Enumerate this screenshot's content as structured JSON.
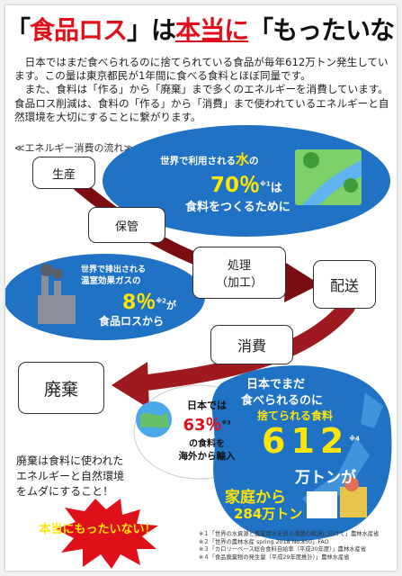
{
  "title": {
    "q_open": "「",
    "part1": "食品ロス",
    "q_close": "」",
    "part2": "は",
    "part3": "本当に",
    "part4": "「もったいない」！"
  },
  "body_paragraphs": [
    "　日本ではまだ食べられるのに捨てられている食品が毎年612万トン発生しています。この量は東京都民が1年間に食べる食料とほぼ同量です。",
    "　また、食料は「作る」から「廃棄」まで多くのエネルギーを消費しています。食品ロス削減は、食料の「作る」から「消費」まで使われているエネルギーと自然環境を大切にすることに繋がります。"
  ],
  "flow_label": "≪エネルギー消費の流れ≫",
  "flow_steps": {
    "production": "生産",
    "storage": "保管",
    "processing_line1": "処理",
    "processing_line2": "（加工）",
    "delivery": "配送",
    "consumption": "消費",
    "disposal": "廃棄"
  },
  "water_callout": {
    "line1_pre": "世界で利用される",
    "line1_hl": "水",
    "line1_post": "の",
    "percent": "70％",
    "sup": "※1",
    "line2_post": "は",
    "line3": "食料をつくるために"
  },
  "gas_callout": {
    "line1": "世界で排出される",
    "line2": "温室効果ガスの",
    "percent": "8％",
    "sup": "※2",
    "line3": "が",
    "line4": "食品ロスから"
  },
  "import_callout": {
    "line1": "日本では",
    "percent": "63％",
    "sup": "※3",
    "line2": "の食料を",
    "line3": "海外から輸入"
  },
  "waste_callout": {
    "line1": "日本でまだ",
    "line2": "食べられるのに",
    "line3": "捨てられる食料",
    "amount": "612",
    "sup": "※4",
    "unit": "万トンが",
    "household_line1": "家庭から",
    "household_line2": "284万トン"
  },
  "loss_text": [
    "廃棄は食料に使われた",
    "エネルギーと自然環境",
    "をムダにすること！"
  ],
  "burst_text": "本当にもったいない！",
  "footnotes": [
    "※１「世界の水資源と農業用水を巡る課題の解決に向けて」農林水産省",
    "※２「世界の農林水産 spring 2018 No.850」FAO",
    "※３「カロリーベース総合食料自給率（平成30年度）」農林水産省",
    "※４「食品廃棄物の発生量（平成29年度推計）」農林水産省"
  ],
  "colors": {
    "accent_red": "#e0101a",
    "blob_blue": "#1f72c4",
    "arrow_dark_red": "#7b0c12",
    "highlight_yellow": "#ffe600"
  }
}
